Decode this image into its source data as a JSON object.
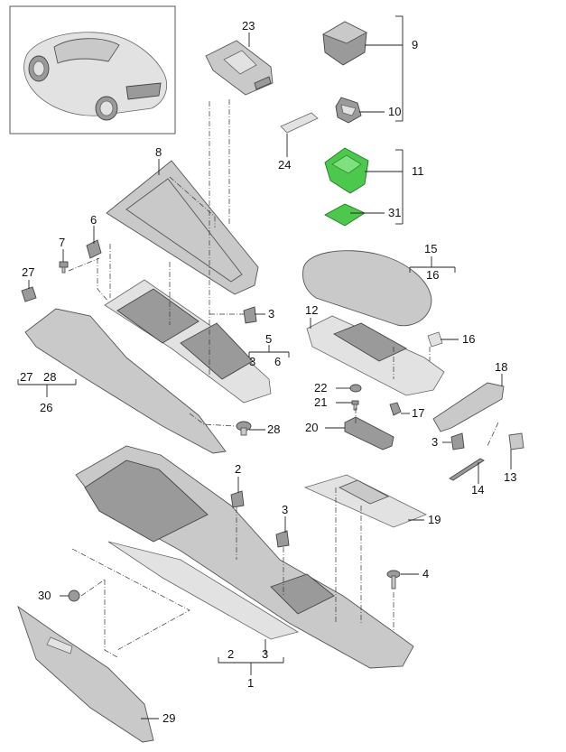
{
  "diagram": {
    "callouts": [
      {
        "id": "c1",
        "text": "1"
      },
      {
        "id": "c1-sub-2",
        "text": "2"
      },
      {
        "id": "c1-sub-3",
        "text": "3"
      },
      {
        "id": "c2",
        "text": "2"
      },
      {
        "id": "c3a",
        "text": "3"
      },
      {
        "id": "c3b",
        "text": "3"
      },
      {
        "id": "c3c",
        "text": "3"
      },
      {
        "id": "c4",
        "text": "4"
      },
      {
        "id": "c5",
        "text": "5"
      },
      {
        "id": "c5-sub-3",
        "text": "3"
      },
      {
        "id": "c5-sub-6",
        "text": "6"
      },
      {
        "id": "c6",
        "text": "6"
      },
      {
        "id": "c7",
        "text": "7"
      },
      {
        "id": "c8",
        "text": "8"
      },
      {
        "id": "c9",
        "text": "9"
      },
      {
        "id": "c10",
        "text": "10"
      },
      {
        "id": "c11",
        "text": "11"
      },
      {
        "id": "c12",
        "text": "12"
      },
      {
        "id": "c13",
        "text": "13"
      },
      {
        "id": "c14",
        "text": "14"
      },
      {
        "id": "c15",
        "text": "15"
      },
      {
        "id": "c15-sub-16",
        "text": "16"
      },
      {
        "id": "c16",
        "text": "16"
      },
      {
        "id": "c17",
        "text": "17"
      },
      {
        "id": "c18",
        "text": "18"
      },
      {
        "id": "c19",
        "text": "19"
      },
      {
        "id": "c20",
        "text": "20"
      },
      {
        "id": "c21",
        "text": "21"
      },
      {
        "id": "c22",
        "text": "22"
      },
      {
        "id": "c23",
        "text": "23"
      },
      {
        "id": "c24",
        "text": "24"
      },
      {
        "id": "c26",
        "text": "26"
      },
      {
        "id": "c26-sub-27",
        "text": "27"
      },
      {
        "id": "c26-sub-28",
        "text": "28"
      },
      {
        "id": "c27",
        "text": "27"
      },
      {
        "id": "c28",
        "text": "28"
      },
      {
        "id": "c29",
        "text": "29"
      },
      {
        "id": "c30",
        "text": "30"
      },
      {
        "id": "c31",
        "text": "31"
      }
    ],
    "highlight_color": "#4cc94c",
    "part_color": "#c9c9c9"
  }
}
